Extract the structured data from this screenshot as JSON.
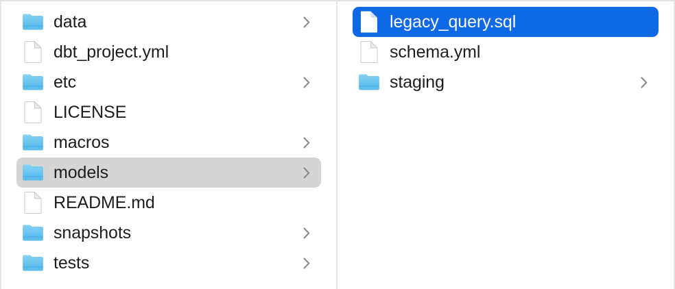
{
  "window": {
    "view_mode": "column-view",
    "accent_color": "#0f68e4",
    "selection_gray": "#d5d5d5",
    "text_color": "#1d1d1f",
    "chevron_color": "#8a8a8e",
    "folder_color": "#5ac0f0",
    "background": "#ffffff"
  },
  "columns": [
    {
      "name": "parent-directory-column",
      "items": [
        {
          "label": "data",
          "kind": "folder",
          "icon": "folder-icon",
          "chevron": true,
          "selected": false,
          "selection_style": "none"
        },
        {
          "label": "dbt_project.yml",
          "kind": "file",
          "icon": "document-icon",
          "chevron": false,
          "selected": false,
          "selection_style": "none"
        },
        {
          "label": "etc",
          "kind": "folder",
          "icon": "folder-icon",
          "chevron": true,
          "selected": false,
          "selection_style": "none"
        },
        {
          "label": "LICENSE",
          "kind": "file",
          "icon": "document-icon",
          "chevron": false,
          "selected": false,
          "selection_style": "none"
        },
        {
          "label": "macros",
          "kind": "folder",
          "icon": "folder-icon",
          "chevron": true,
          "selected": false,
          "selection_style": "none"
        },
        {
          "label": "models",
          "kind": "folder",
          "icon": "folder-icon",
          "chevron": true,
          "selected": true,
          "selection_style": "gray"
        },
        {
          "label": "README.md",
          "kind": "file",
          "icon": "document-icon",
          "chevron": false,
          "selected": false,
          "selection_style": "none"
        },
        {
          "label": "snapshots",
          "kind": "folder",
          "icon": "folder-icon",
          "chevron": true,
          "selected": false,
          "selection_style": "none"
        },
        {
          "label": "tests",
          "kind": "folder",
          "icon": "folder-icon",
          "chevron": true,
          "selected": false,
          "selection_style": "none"
        }
      ]
    },
    {
      "name": "models-directory-column",
      "items": [
        {
          "label": "legacy_query.sql",
          "kind": "file",
          "icon": "document-icon",
          "chevron": false,
          "selected": true,
          "selection_style": "blue"
        },
        {
          "label": "schema.yml",
          "kind": "file",
          "icon": "document-icon",
          "chevron": false,
          "selected": false,
          "selection_style": "none"
        },
        {
          "label": "staging",
          "kind": "folder",
          "icon": "folder-icon",
          "chevron": true,
          "selected": false,
          "selection_style": "none"
        }
      ]
    }
  ]
}
